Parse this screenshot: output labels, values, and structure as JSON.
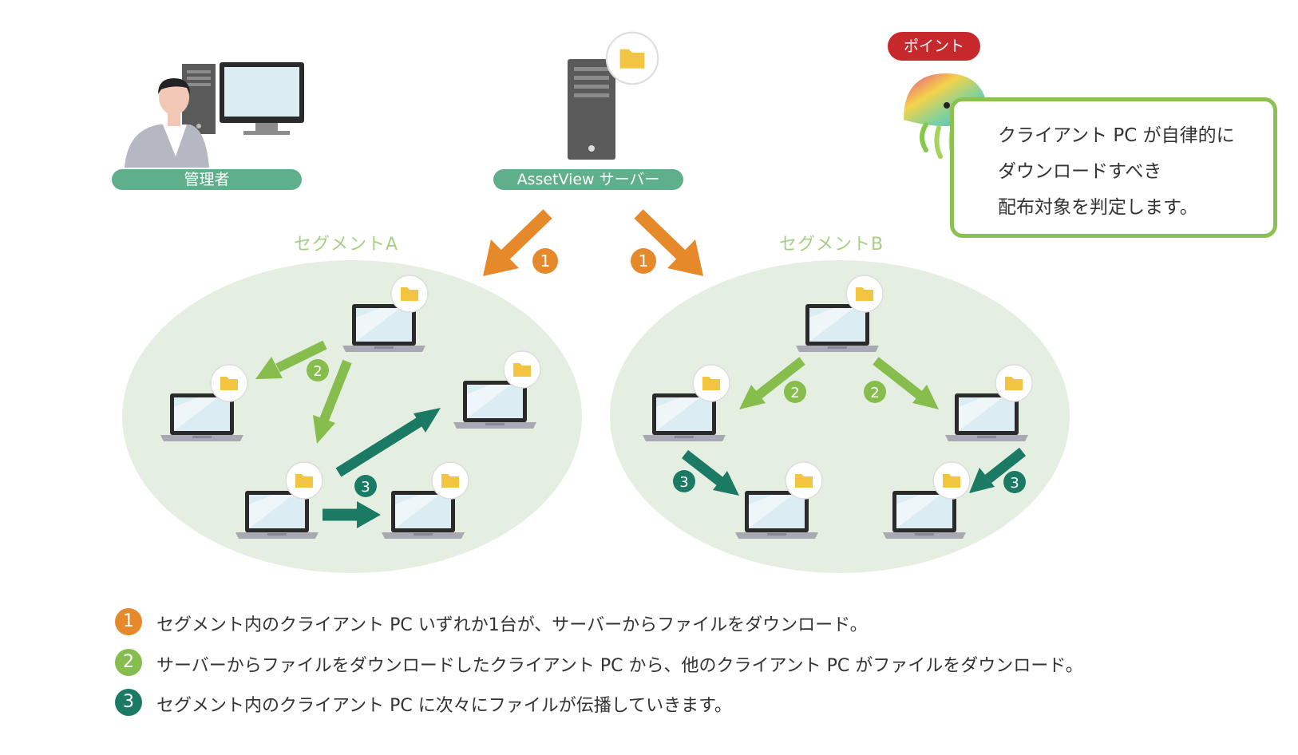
{
  "labels": {
    "admin": "管理者",
    "server": "AssetView サーバー",
    "segment_a": "セグメントA",
    "segment_b": "セグメントB"
  },
  "point": {
    "badge": "ポイント",
    "lines": [
      "クライアント PC が自律的に",
      "ダウンロードすべき",
      "配布対象を判定します。"
    ]
  },
  "steps": {
    "one": "1",
    "two": "2",
    "three": "3"
  },
  "legend": [
    {
      "num": "1",
      "text": "セグメント内のクライアント PC いずれか1台が、サーバーからファイルをダウンロード。"
    },
    {
      "num": "2",
      "text": "サーバーからファイルをダウンロードしたクライアント PC から、他のクライアント PC がファイルをダウンロード。"
    },
    {
      "num": "3",
      "text": "セグメント内のクライアント PC に次々にファイルが伝播していきます。"
    }
  ],
  "colors": {
    "step1": "#e5892a",
    "step2": "#86bd4c",
    "step3": "#1b7a63",
    "segment_fill": "#e4efe2",
    "pill": "#5fb08a",
    "folder": "#f3c43f"
  },
  "icons": {
    "folder": "folder-icon",
    "laptop": "laptop-icon",
    "server": "server-icon",
    "admin": "admin-person-icon",
    "mascot": "jellyfish-mascot-icon"
  }
}
